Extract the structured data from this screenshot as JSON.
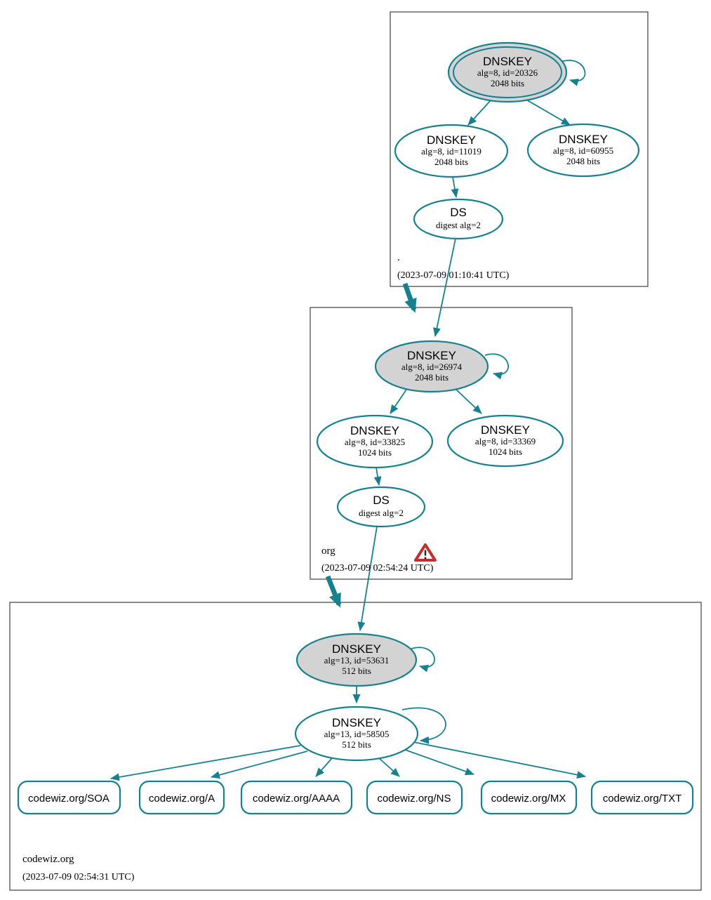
{
  "colors": {
    "edge_teal": "#17808f",
    "ksk_fill": "#d3d3d3",
    "warning_red": "#c22f2f",
    "zone_border": "#3f3f3f"
  },
  "zones": [
    {
      "name": ".",
      "timestamp": "(2023-07-09 01:10:41 UTC)",
      "ksk": {
        "title": "DNSKEY",
        "detail": "alg=8, id=20326",
        "bits": "2048 bits"
      },
      "zsk1": {
        "title": "DNSKEY",
        "detail": "alg=8, id=11019",
        "bits": "2048 bits"
      },
      "zsk2": {
        "title": "DNSKEY",
        "detail": "alg=8, id=60955",
        "bits": "2048 bits"
      },
      "ds": {
        "title": "DS",
        "detail": "digest alg=2"
      }
    },
    {
      "name": "org",
      "timestamp": "(2023-07-09 02:54:24 UTC)",
      "warning_icon": "warning-triangle",
      "ksk": {
        "title": "DNSKEY",
        "detail": "alg=8, id=26974",
        "bits": "2048 bits"
      },
      "zsk1": {
        "title": "DNSKEY",
        "detail": "alg=8, id=33825",
        "bits": "1024 bits"
      },
      "zsk2": {
        "title": "DNSKEY",
        "detail": "alg=8, id=33369",
        "bits": "1024 bits"
      },
      "ds": {
        "title": "DS",
        "detail": "digest alg=2"
      }
    },
    {
      "name": "codewiz.org",
      "timestamp": "(2023-07-09 02:54:31 UTC)",
      "ksk": {
        "title": "DNSKEY",
        "detail": "alg=13, id=53631",
        "bits": "512 bits"
      },
      "zsk": {
        "title": "DNSKEY",
        "detail": "alg=13, id=58505",
        "bits": "512 bits"
      },
      "rrsets": [
        "codewiz.org/SOA",
        "codewiz.org/A",
        "codewiz.org/AAAA",
        "codewiz.org/NS",
        "codewiz.org/MX",
        "codewiz.org/TXT"
      ]
    }
  ]
}
